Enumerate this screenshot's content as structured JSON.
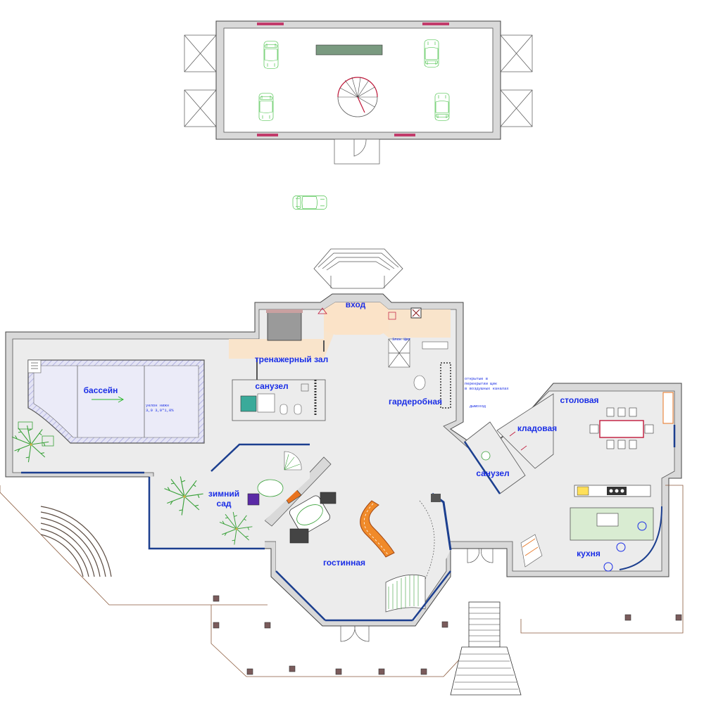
{
  "rooms": {
    "vhod": "вход",
    "gym": "тренажерный зал",
    "bath1": "санузел",
    "pool": "бассейн",
    "wardrobe": "гардеробная",
    "winter_garden": "зимний сад",
    "living": "гостинная",
    "pantry": "кладовая",
    "bath2": "санузел",
    "dining": "столовая",
    "kitchen": "кухня"
  },
  "notes": {
    "panel": "Элек Щит",
    "chimney": "дымоход",
    "vent_line1": "открытые в",
    "vent_line2": "перекрытии щик",
    "vent_line3": "в воздушных каналах",
    "pool_size_line1": "уклон нижн",
    "pool_size_line2": "3,0 3,0*1,0%"
  },
  "colors": {
    "room_label": "#1a2ee6",
    "floor": "#ececec",
    "entry_floor": "#fbe3c8",
    "pool_hatch": "#9c9cd9",
    "car_outline": "#2db82d",
    "glass_wall": "#1c3f8f",
    "sofa": "#e8731f"
  },
  "icons": [
    "car-icon",
    "spiral-stair-icon",
    "palm-plant-icon",
    "sofa-icon",
    "dining-table-icon",
    "stair-icon"
  ]
}
